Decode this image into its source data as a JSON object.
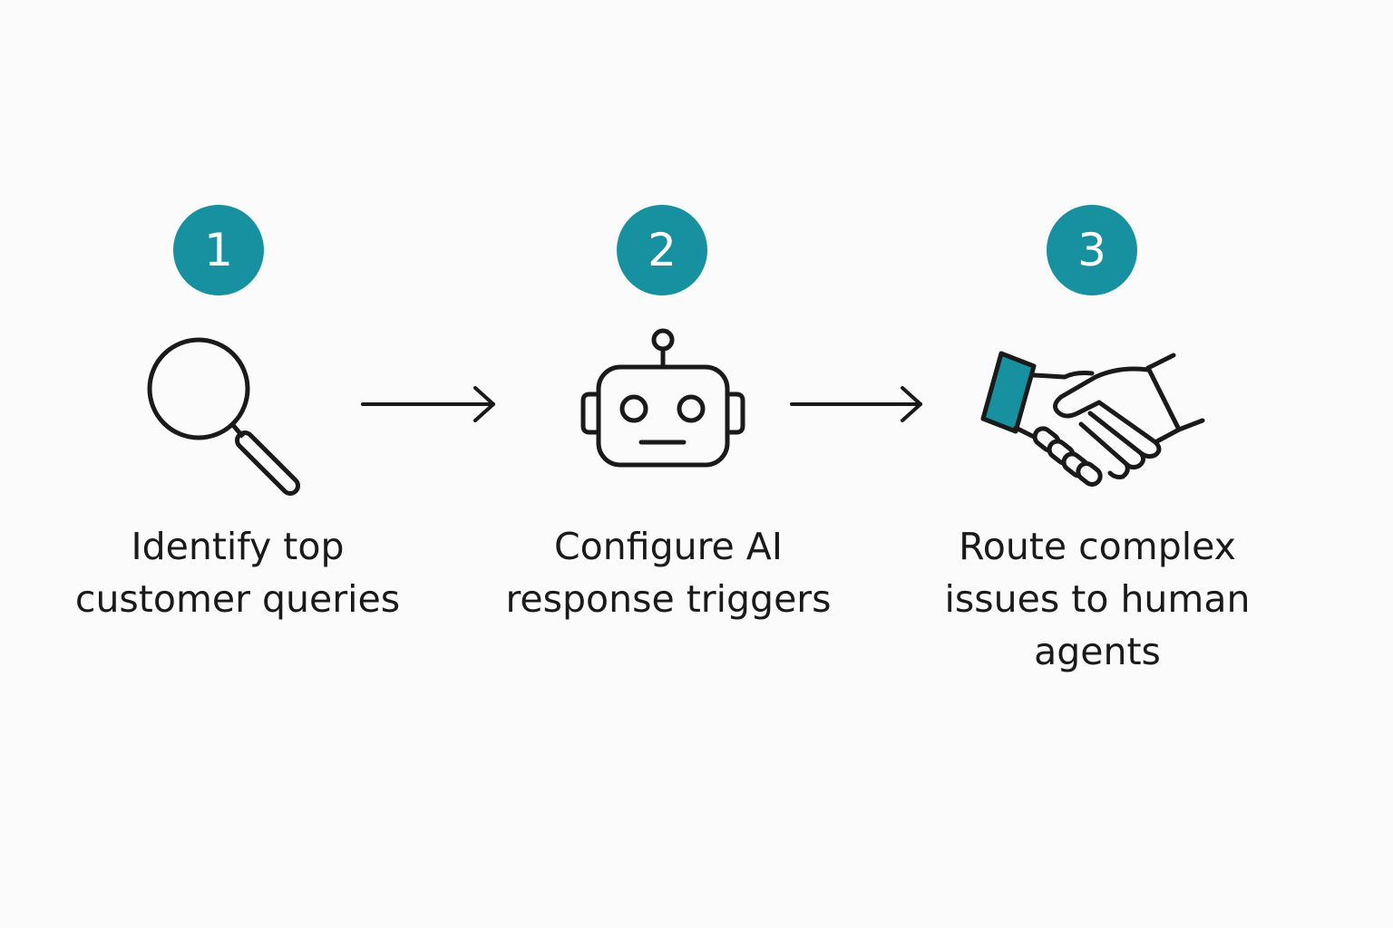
{
  "colors": {
    "accent": "#17909f",
    "ink": "#1a1a1a",
    "background": "#fbfbfb"
  },
  "steps": [
    {
      "number": "1",
      "icon": "magnifying-glass-icon",
      "label_lines": [
        "Identify top",
        "customer queries"
      ]
    },
    {
      "number": "2",
      "icon": "robot-icon",
      "label_lines": [
        "Configure AI",
        "response triggers"
      ]
    },
    {
      "number": "3",
      "icon": "handshake-icon",
      "label_lines": [
        "Route complex",
        "issues to human",
        "agents"
      ]
    }
  ],
  "connectors": [
    "arrow-right-icon",
    "arrow-right-icon"
  ]
}
